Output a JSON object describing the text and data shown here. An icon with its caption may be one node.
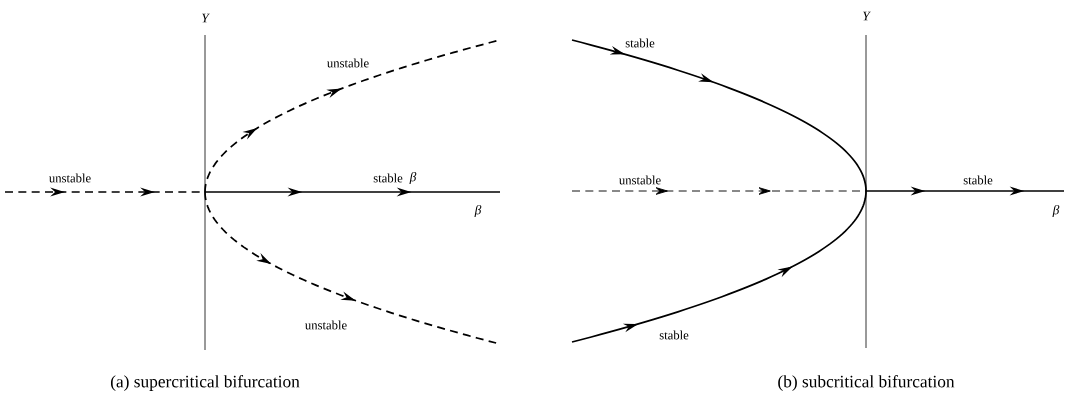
{
  "diagram": {
    "labels": [
      "Y",
      "unstable",
      "unstable",
      "stable",
      "β",
      "β",
      "unstable",
      "(a) supercritical bifurcation",
      "Y",
      "stable",
      "unstable",
      "stable",
      "β",
      "stable",
      "(b) subcritical bifurcation"
    ]
  }
}
